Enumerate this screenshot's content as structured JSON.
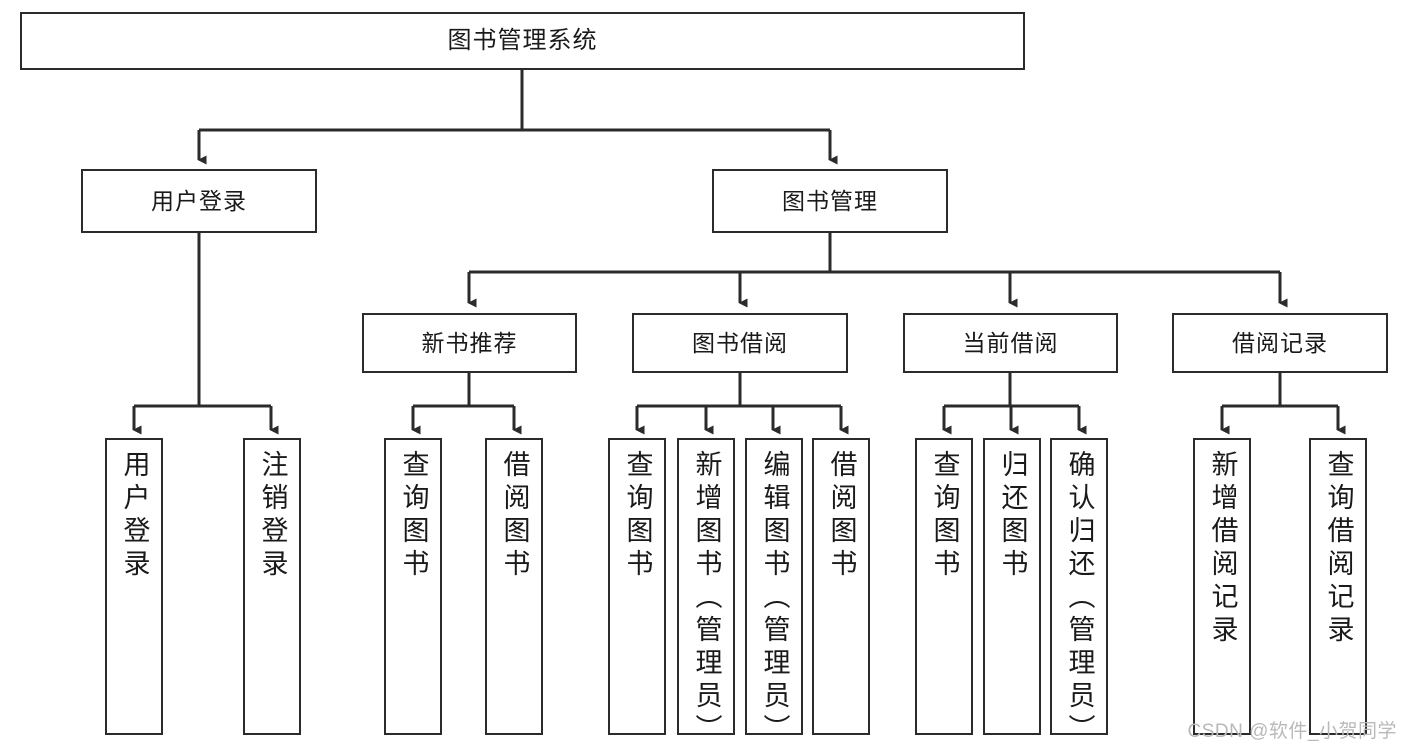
{
  "diagram": {
    "title": "图书管理系统",
    "root": {
      "label": "图书管理系统"
    },
    "level2": [
      {
        "label": "用户登录"
      },
      {
        "label": "图书管理"
      }
    ],
    "level3": [
      {
        "label": "新书推荐"
      },
      {
        "label": "图书借阅"
      },
      {
        "label": "当前借阅"
      },
      {
        "label": "借阅记录"
      }
    ],
    "leaves": {
      "user_login": [
        {
          "label": "用户登录"
        },
        {
          "label": "注销登录"
        }
      ],
      "new_book": [
        {
          "label": "查询图书"
        },
        {
          "label": "借阅图书"
        }
      ],
      "book_borrow": [
        {
          "label": "查询图书"
        },
        {
          "label": "新增图书（管理员）"
        },
        {
          "label": "编辑图书（管理员）"
        },
        {
          "label": "借阅图书"
        }
      ],
      "current_borrow": [
        {
          "label": "查询图书"
        },
        {
          "label": "归还图书"
        },
        {
          "label": "确认归还（管理员）"
        }
      ],
      "borrow_record": [
        {
          "label": "新增借阅记录"
        },
        {
          "label": "查询借阅记录"
        }
      ]
    }
  },
  "watermark": {
    "text": "CSDN @软件_小贺同学"
  },
  "colors": {
    "stroke": "#2b2b2b",
    "background": "#ffffff",
    "text": "#1a1a1a",
    "watermark": "#b9b9b9"
  },
  "chart_data": {
    "type": "table",
    "title": "图书管理系统 功能结构图",
    "nodes": [
      {
        "id": "root",
        "label": "图书管理系统",
        "level": 1,
        "parent": null
      },
      {
        "id": "n-user-login",
        "label": "用户登录",
        "level": 2,
        "parent": "root"
      },
      {
        "id": "n-book-mgmt",
        "label": "图书管理",
        "level": 2,
        "parent": "root"
      },
      {
        "id": "n-new-book",
        "label": "新书推荐",
        "level": 3,
        "parent": "n-book-mgmt"
      },
      {
        "id": "n-book-borrow",
        "label": "图书借阅",
        "level": 3,
        "parent": "n-book-mgmt"
      },
      {
        "id": "n-current-borrow",
        "label": "当前借阅",
        "level": 3,
        "parent": "n-book-mgmt"
      },
      {
        "id": "n-borrow-record",
        "label": "借阅记录",
        "level": 3,
        "parent": "n-book-mgmt"
      },
      {
        "id": "l-user-login",
        "label": "用户登录",
        "level": 4,
        "parent": "n-user-login"
      },
      {
        "id": "l-user-logout",
        "label": "注销登录",
        "level": 4,
        "parent": "n-user-login"
      },
      {
        "id": "l-nb-query",
        "label": "查询图书",
        "level": 4,
        "parent": "n-new-book"
      },
      {
        "id": "l-nb-borrow",
        "label": "借阅图书",
        "level": 4,
        "parent": "n-new-book"
      },
      {
        "id": "l-bb-query",
        "label": "查询图书",
        "level": 4,
        "parent": "n-book-borrow"
      },
      {
        "id": "l-bb-add",
        "label": "新增图书（管理员）",
        "level": 4,
        "parent": "n-book-borrow"
      },
      {
        "id": "l-bb-edit",
        "label": "编辑图书（管理员）",
        "level": 4,
        "parent": "n-book-borrow"
      },
      {
        "id": "l-bb-borrow",
        "label": "借阅图书",
        "level": 4,
        "parent": "n-book-borrow"
      },
      {
        "id": "l-cb-query",
        "label": "查询图书",
        "level": 4,
        "parent": "n-current-borrow"
      },
      {
        "id": "l-cb-return",
        "label": "归还图书",
        "level": 4,
        "parent": "n-current-borrow"
      },
      {
        "id": "l-cb-confirm",
        "label": "确认归还（管理员）",
        "level": 4,
        "parent": "n-current-borrow"
      },
      {
        "id": "l-br-add",
        "label": "新增借阅记录",
        "level": 4,
        "parent": "n-borrow-record"
      },
      {
        "id": "l-br-query",
        "label": "查询借阅记录",
        "level": 4,
        "parent": "n-borrow-record"
      }
    ]
  }
}
